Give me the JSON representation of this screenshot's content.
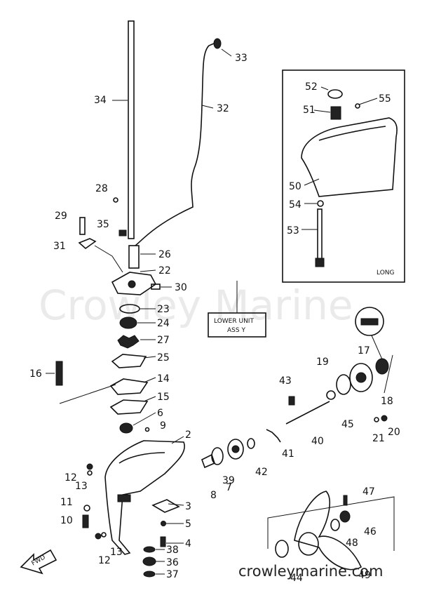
{
  "labels": {
    "l2": "2",
    "l3": "3",
    "l4": "4",
    "l5": "5",
    "l6": "6",
    "l7": "7",
    "l8": "8",
    "l9": "9",
    "l10": "10",
    "l11": "11",
    "l12a": "12",
    "l12b": "12",
    "l13a": "13",
    "l13b": "13",
    "l14": "14",
    "l15": "15",
    "l16": "16",
    "l17": "17",
    "l18": "18",
    "l19": "19",
    "l20": "20",
    "l21": "21",
    "l22": "22",
    "l23": "23",
    "l24": "24",
    "l25": "25",
    "l26": "26",
    "l27": "27",
    "l28": "28",
    "l29": "29",
    "l30": "30",
    "l31": "31",
    "l32": "32",
    "l33": "33",
    "l34": "34",
    "l35": "35",
    "l36": "36",
    "l37": "37",
    "l38": "38",
    "l39": "39",
    "l40": "40",
    "l41": "41",
    "l42": "42",
    "l43": "43",
    "l44": "44",
    "l45": "45",
    "l46": "46",
    "l47": "47",
    "l48": "48",
    "l49": "49",
    "l50": "50",
    "l51": "51",
    "l52": "52",
    "l53": "53",
    "l54": "54",
    "l55": "55"
  },
  "lower_unit_label": {
    "line1": "LOWER UNIT",
    "line2": "ASS Y"
  },
  "inset_label": "LONG",
  "direction_arrow_label": "FWD",
  "watermark_text": "Crowley Marine",
  "footer_text": "crowleymarine.com"
}
